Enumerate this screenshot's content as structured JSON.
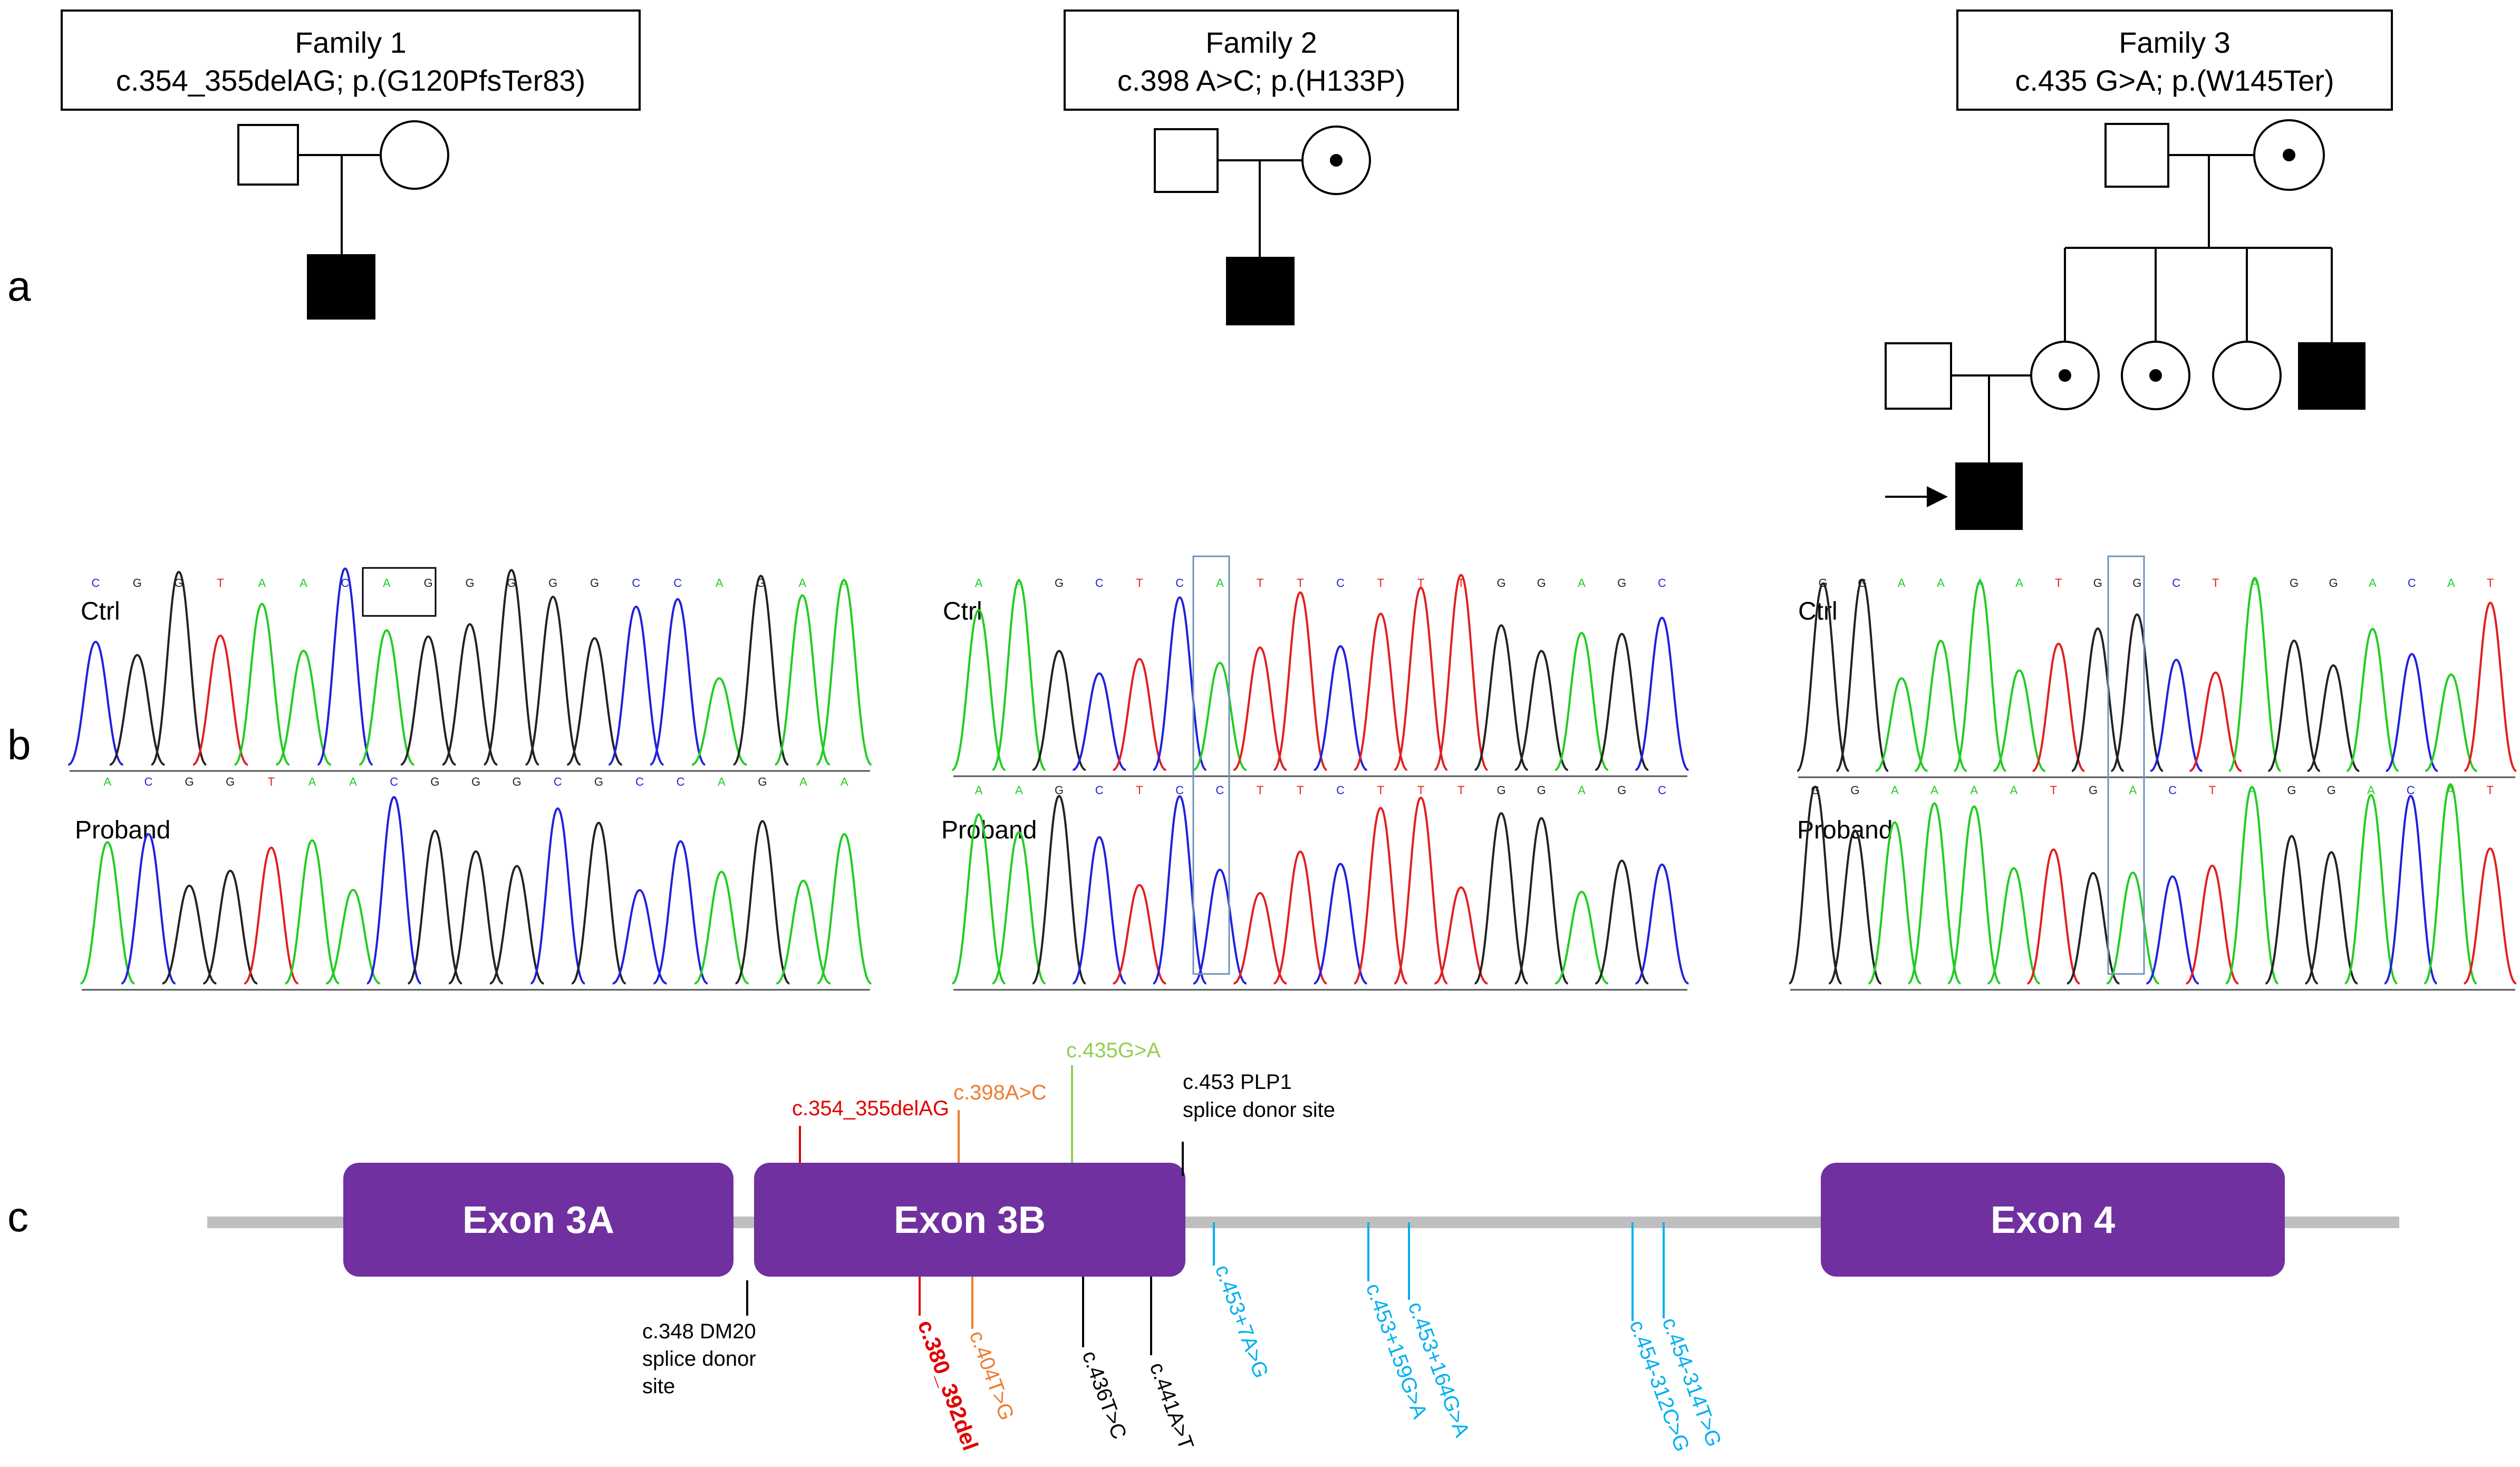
{
  "panel_labels": {
    "a": "a",
    "b": "b",
    "c": "c"
  },
  "families": [
    {
      "title": "Family 1",
      "variant": "c.354_355delAG; p.(G120PfsTer83)"
    },
    {
      "title": "Family 2",
      "variant": "c.398 A>C; p.(H133P)"
    },
    {
      "title": "Family 3",
      "variant": "c.435 G>A; p.(W145Ter)"
    }
  ],
  "chromatograms": {
    "ctrl_label": "Ctrl",
    "proband_label": "Proband",
    "family1_ctrl_seq": [
      "C",
      "G",
      "G",
      "T",
      "A",
      "A",
      "C",
      "A",
      "G",
      "G",
      "G",
      "G",
      "G",
      "C",
      "C",
      "A",
      "G",
      "A",
      "A"
    ],
    "family1_proband_seq": [
      "A",
      "C",
      "G",
      "G",
      "T",
      "A",
      "A",
      "C",
      "G",
      "G",
      "G",
      "C",
      "G",
      "C",
      "C",
      "A",
      "G",
      "A",
      "A"
    ],
    "family2_ctrl_seq": [
      "A",
      "A",
      "G",
      "C",
      "T",
      "C",
      "A",
      "T",
      "T",
      "C",
      "T",
      "T",
      "T",
      "G",
      "G",
      "A",
      "G",
      "C"
    ],
    "family2_proband_seq": [
      "A",
      "A",
      "G",
      "C",
      "T",
      "C",
      "C",
      "T",
      "T",
      "C",
      "T",
      "T",
      "T",
      "G",
      "G",
      "A",
      "G",
      "C"
    ],
    "family3_ctrl_seq": [
      "G",
      "G",
      "A",
      "A",
      "A",
      "A",
      "T",
      "G",
      "G",
      "C",
      "T",
      "A",
      "G",
      "G",
      "A",
      "C",
      "A",
      "T"
    ],
    "family3_proband_seq": [
      "G",
      "G",
      "A",
      "A",
      "A",
      "A",
      "T",
      "G",
      "A",
      "C",
      "T",
      "A",
      "G",
      "G",
      "A",
      "C",
      "A",
      "T"
    ],
    "base_colors": {
      "A": "#22cc22",
      "C": "#2020dd",
      "G": "#222222",
      "T": "#e02020"
    }
  },
  "gene": {
    "exons": [
      "Exon 3A",
      "Exon 3B",
      "Exon 4"
    ],
    "exon_color": "#7030a0",
    "intron_color": "#bfbfbf",
    "annotations_above": [
      {
        "text": "c.354_355delAG",
        "color": "#e00000"
      },
      {
        "text": "c.398A>C",
        "color": "#ed7d31"
      },
      {
        "text": "c.435G>A",
        "color": "#92d050"
      },
      {
        "text": "c.453 PLP1",
        "color": "#000000"
      },
      {
        "text": "splice donor site",
        "color": "#000000"
      }
    ],
    "annotation_dm20": [
      "c.348 DM20",
      "splice donor",
      "site"
    ],
    "annotations_below": [
      {
        "text": "c.380_392del",
        "color": "#e00000"
      },
      {
        "text": "c.404T>G",
        "color": "#ed7d31"
      },
      {
        "text": "c.436T>C",
        "color": "#000000"
      },
      {
        "text": "c.441A>T",
        "color": "#000000"
      },
      {
        "text": "c.453+7A>G",
        "color": "#00b0f0"
      },
      {
        "text": "c.453+159G>A",
        "color": "#00b0f0"
      },
      {
        "text": "c.453+164G>A",
        "color": "#00b0f0"
      },
      {
        "text": "c.454-312C>G",
        "color": "#00b0f0"
      },
      {
        "text": "c.454-314T>G",
        "color": "#00b0f0"
      }
    ]
  }
}
